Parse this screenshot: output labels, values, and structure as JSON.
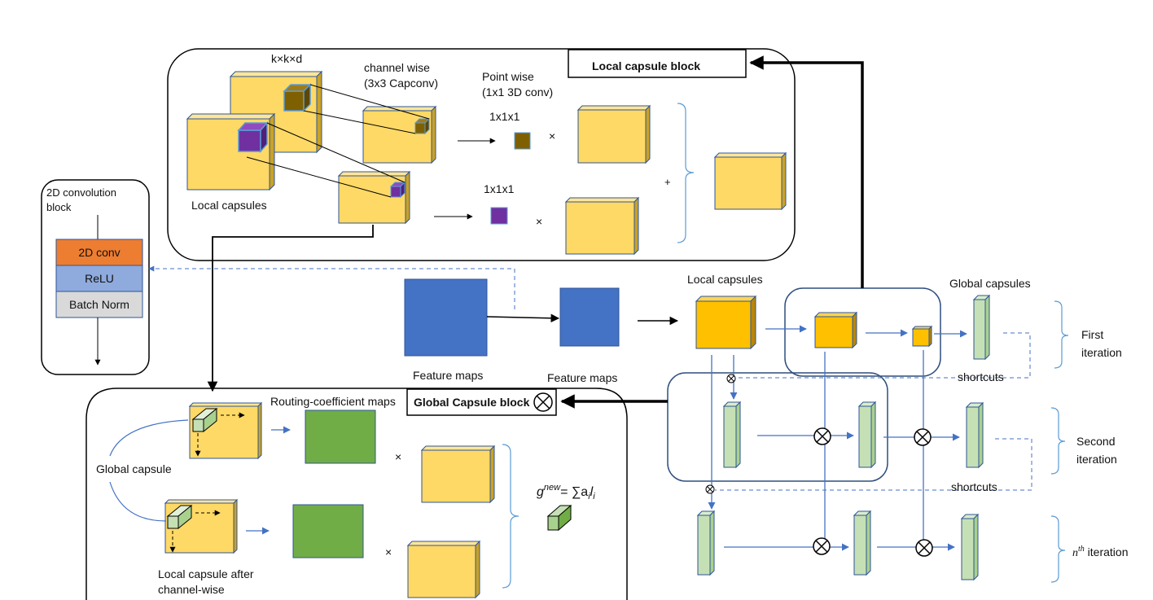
{
  "labels": {
    "kxkxd": "k×k×d",
    "channel_wise_1": "channel wise",
    "channel_wise_2": "(3x3 Capconv)",
    "point_wise_1": "Point wise",
    "point_wise_2": "(1x1 3D conv)",
    "one_a": "1x1x1",
    "one_b": "1x1x1",
    "local_capsules_top": "Local capsules",
    "local_capsule_block": "Local capsule block",
    "conv_block_1": "2D convolution",
    "conv_block_2": "block",
    "layer_conv": "2D conv",
    "layer_relu": "ReLU",
    "layer_bn": "Batch Norm",
    "feature_maps_1": "Feature maps",
    "feature_maps_2": "Feature maps",
    "local_capsules_mid": "Local capsules",
    "global_capsules": "Global capsules",
    "routing_maps": "Routing-coefficient maps",
    "global_capsule_block": "Global Capsule block",
    "global_capsule": "Global capsule",
    "local_after_1": "Local capsule after",
    "local_after_2": "channel-wise",
    "formula_g": "g",
    "formula_new": "new",
    "formula_rest": "= ∑a",
    "formula_i1": "i",
    "formula_l": "l",
    "formula_i2": "i",
    "first_1": "First",
    "first_2": "iteration",
    "second_1": "Second",
    "second_2": "iteration",
    "nth": "n",
    "nth_sup": "th",
    "nth_rest": " iteration",
    "shortcuts_1": "shortcuts",
    "shortcuts_2": "shortcuts",
    "times": "×",
    "plus": "+",
    "otimes": "⊗"
  },
  "colors": {
    "yellow": "#FFD966",
    "yellow_side": "#C9A227",
    "orange": "#FFC000",
    "orange_side": "#B8860B",
    "blue_square": "#4472C4",
    "green": "#70AD47",
    "light_green": "#C5E0B4",
    "brown": "#7F6000",
    "purple": "#7030A0",
    "conv_orange": "#ED7D31",
    "relu_blue": "#8FAADC",
    "bn_gray": "#D9D9D9",
    "arrow_blue": "#4472C4",
    "box_border": "#2F4F7F"
  }
}
